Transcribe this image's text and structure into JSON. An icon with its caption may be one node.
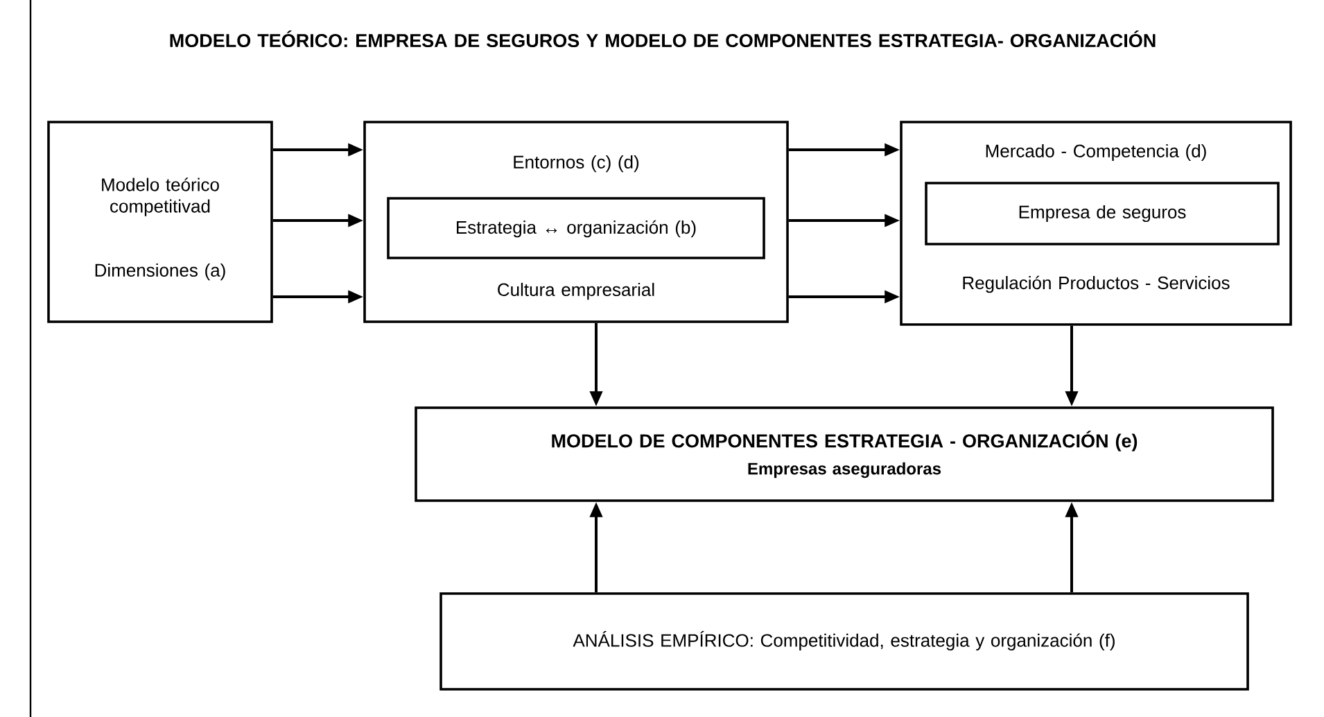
{
  "diagram": {
    "title": "MODELO TEÓRICO: EMPRESA DE SEGUROS Y MODELO DE COMPONENTES ESTRATEGIA- ORGANIZACIÓN",
    "nodes": [
      {
        "text": [
          "Modelo teórico competitivad",
          "Dimensiones (a)"
        ]
      },
      {
        "text": [
          "Entornos (c) (d)",
          "Cultura empresarial"
        ]
      },
      {
        "text": [
          "Estrategia ↔ organización (b)"
        ],
        "in": 1
      },
      {
        "text": [
          "Mercado - Competencia (d)",
          "Regulación Productos - Servicios"
        ]
      },
      {
        "text": [
          "Empresa de seguros"
        ],
        "in": 3
      },
      {
        "text": [
          "MODELO DE COMPONENTES ESTRATEGIA - ORGANIZACIÓN (e)",
          "Empresas aseguradoras"
        ]
      },
      {
        "text": [
          "ANÁLISIS EMPÍRICO: Competitividad, estrategia y organización (f)"
        ]
      }
    ],
    "edges": [
      {
        "from": 0,
        "to": 1,
        "arrow": "to"
      },
      {
        "from": 0,
        "to": 1,
        "arrow": "to"
      },
      {
        "from": 0,
        "to": 1,
        "arrow": "to"
      },
      {
        "from": 1,
        "to": 3,
        "arrow": "to"
      },
      {
        "from": 1,
        "to": 3,
        "arrow": "to"
      },
      {
        "from": 1,
        "to": 3,
        "arrow": "to"
      },
      {
        "from": 1,
        "to": 5,
        "arrow": "to"
      },
      {
        "from": 3,
        "to": 5,
        "arrow": "to"
      },
      {
        "from": 6,
        "to": 5,
        "arrow": "to"
      },
      {
        "from": 6,
        "to": 5,
        "arrow": "to"
      }
    ]
  }
}
